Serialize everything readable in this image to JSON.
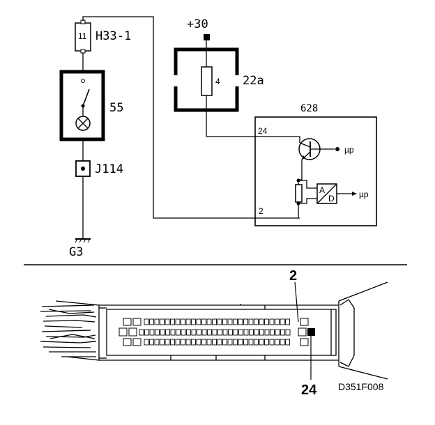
{
  "fuse": {
    "label": "H33-1",
    "pin": "11"
  },
  "lamp": {
    "label": "55"
  },
  "connector_j": {
    "label": "J114"
  },
  "ground": {
    "label": "G3"
  },
  "supply": {
    "label": "+30"
  },
  "relay": {
    "label": "22a",
    "pin": "4"
  },
  "ecu": {
    "label": "628",
    "pin_top": "24",
    "pin_bottom": "2",
    "mu_top": "µp",
    "mu_bottom": "µp",
    "ad_a": "A",
    "ad_d": "D"
  },
  "connector_view": {
    "pin_top_label": "2",
    "pin_bottom_label": "24"
  },
  "reference": "D351F008"
}
